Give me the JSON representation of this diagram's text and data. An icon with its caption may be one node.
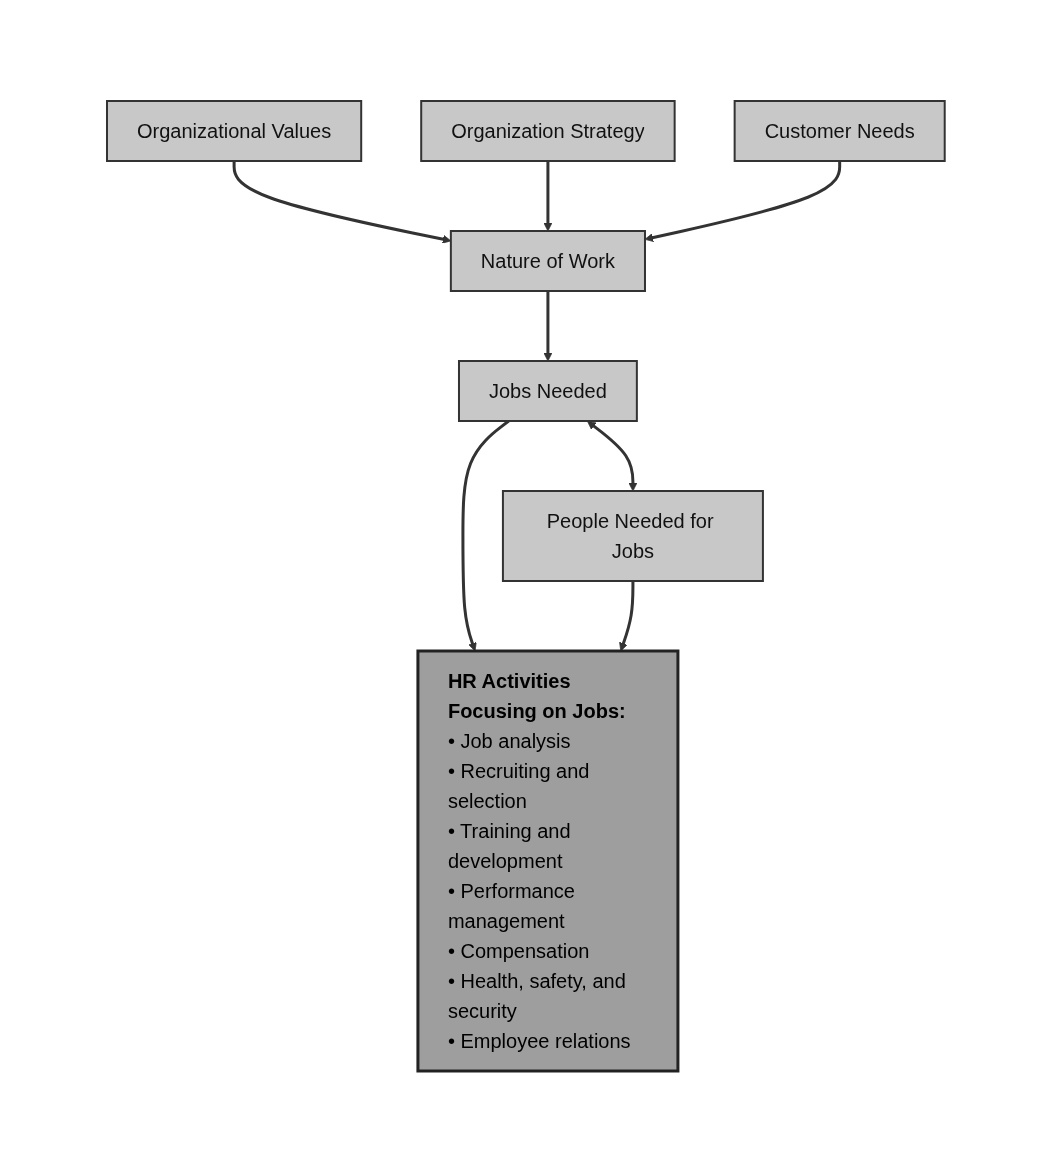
{
  "diagram": {
    "nodes": [
      {
        "text": [
          "Organizational Values"
        ]
      },
      {
        "text": [
          "Organization Strategy"
        ]
      },
      {
        "text": [
          "Customer Needs"
        ]
      },
      {
        "text": [
          "Nature of Work"
        ]
      },
      {
        "text": [
          "Jobs Needed"
        ]
      },
      {
        "text": [
          "People Needed for Jobs"
        ]
      },
      {
        "text": [
          "HR Activities Focusing on Jobs:",
          "• Job analysis",
          "• Recruiting and selection",
          "• Training and development",
          "• Performance management",
          "• Compensation",
          "• Health, safety, and security",
          "• Employee relations"
        ]
      }
    ],
    "edges": [
      {
        "from": 0,
        "to": 3,
        "arrow": "to"
      },
      {
        "from": 1,
        "to": 3,
        "arrow": "to"
      },
      {
        "from": 2,
        "to": 3,
        "arrow": "to"
      },
      {
        "from": 3,
        "to": 4,
        "arrow": "to"
      },
      {
        "from": 4,
        "to": 5,
        "arrow": "both"
      },
      {
        "from": 4,
        "to": 6,
        "arrow": "to"
      },
      {
        "from": 5,
        "to": 6,
        "arrow": "to"
      }
    ]
  }
}
